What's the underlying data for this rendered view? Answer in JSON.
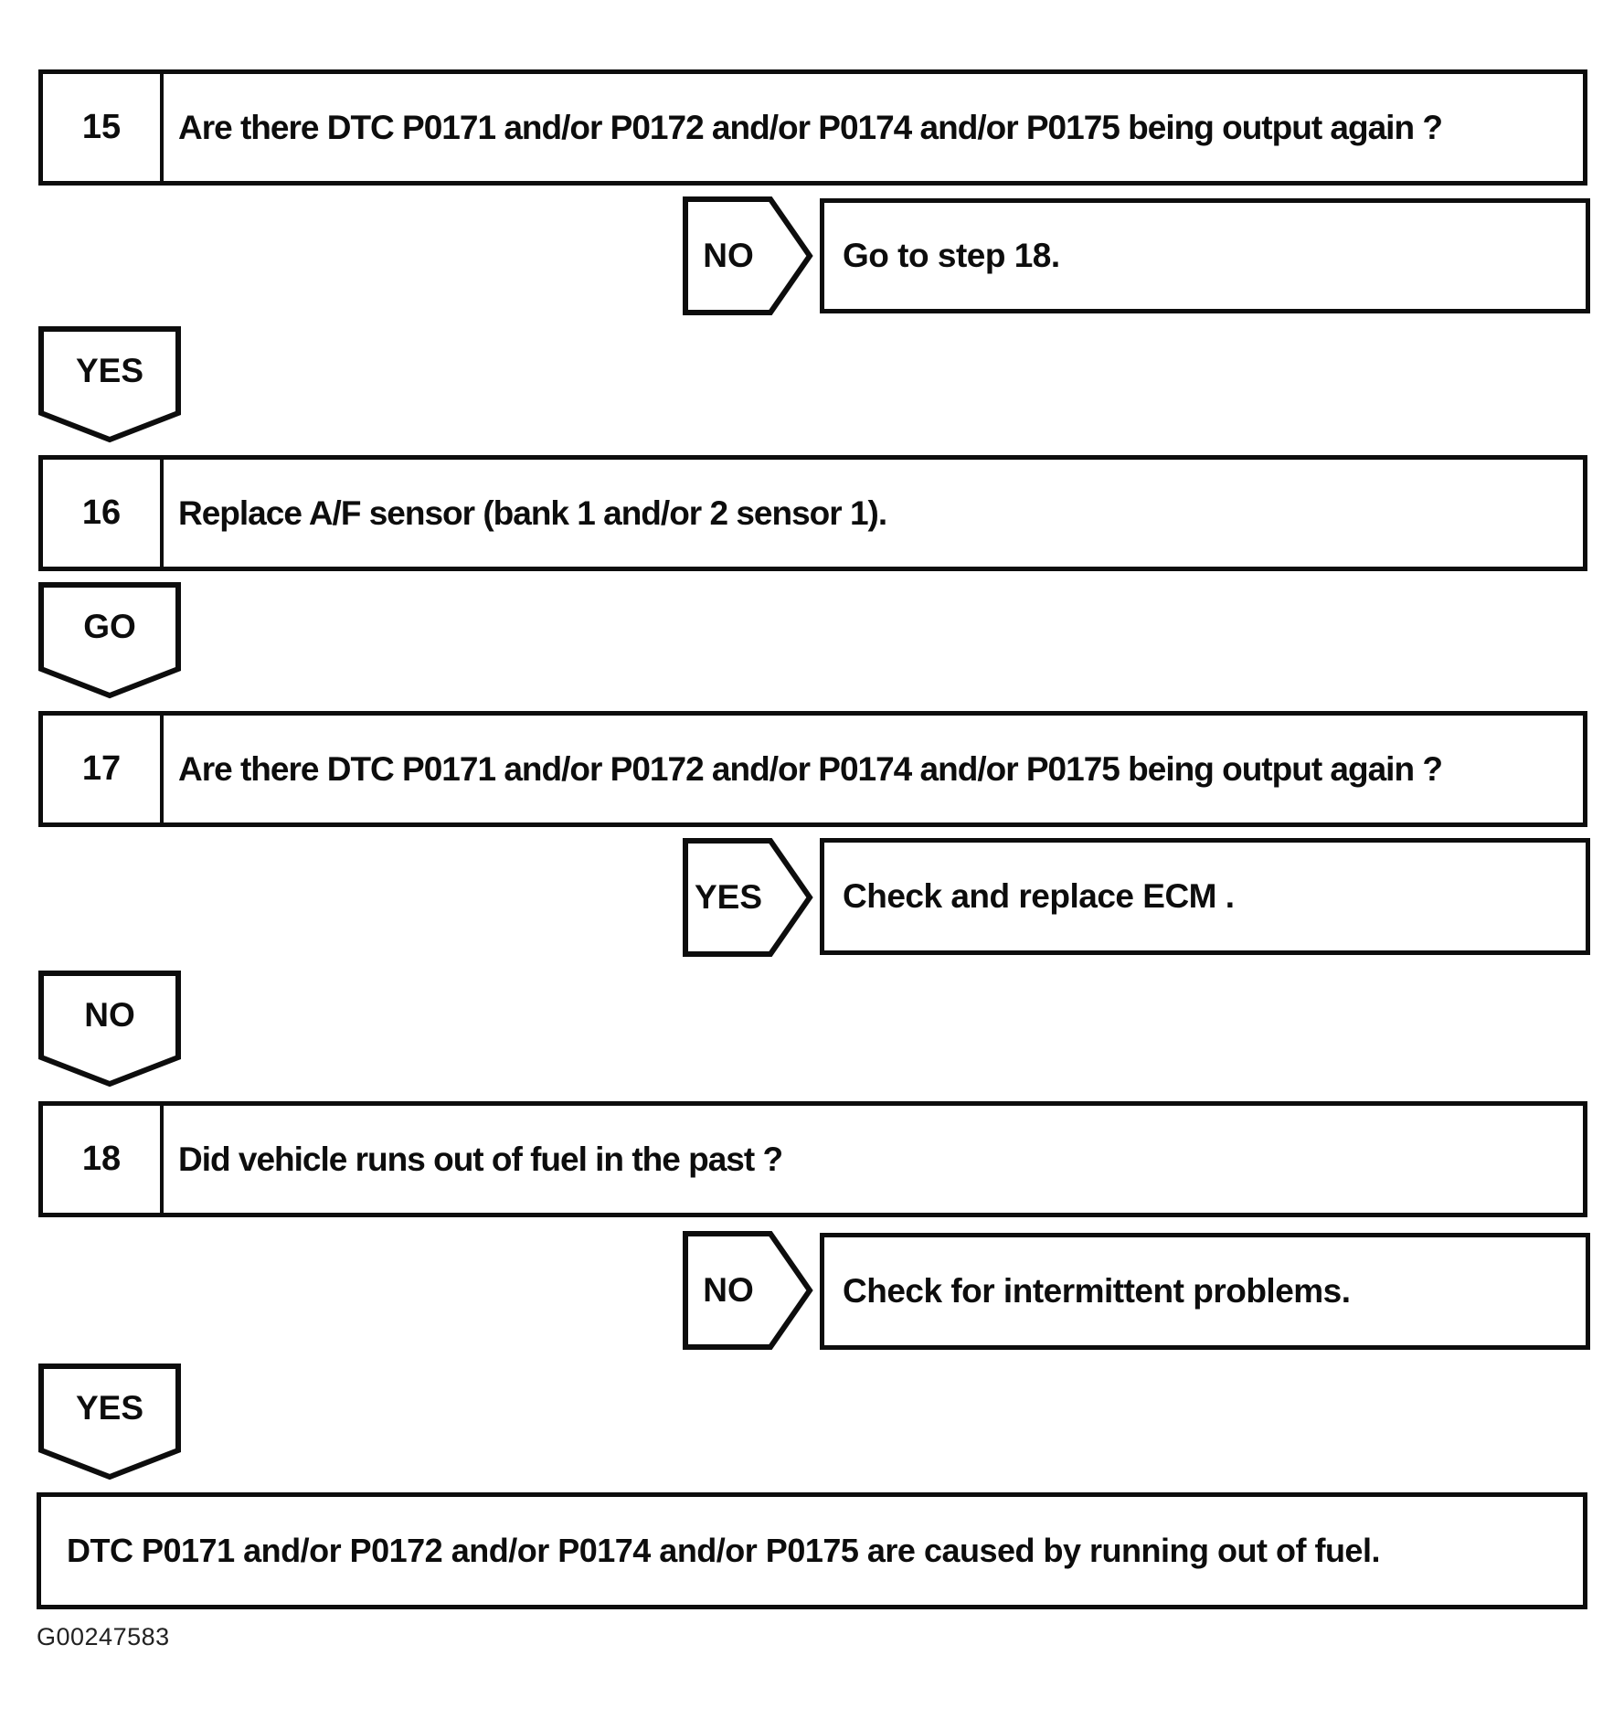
{
  "figure_id": "G00247583",
  "colors": {
    "ink": "#0d0d0d",
    "paper": "#ffffff"
  },
  "steps": [
    {
      "number": "15",
      "text": "Are there DTC P0171 and/or P0172 and/or P0174 and/or P0175 being output again ?",
      "branch": {
        "label": "NO",
        "result": "Go to step 18."
      },
      "continue": {
        "label": "YES"
      }
    },
    {
      "number": "16",
      "text": "Replace A/F sensor (bank 1 and/or 2 sensor 1).",
      "continue": {
        "label": "GO"
      }
    },
    {
      "number": "17",
      "text": "Are there DTC P0171 and/or P0172 and/or P0174 and/or P0175 being output again ?",
      "branch": {
        "label": "YES",
        "result": "Check and replace ECM ."
      },
      "continue": {
        "label": "NO"
      }
    },
    {
      "number": "18",
      "text": "Did vehicle runs out of fuel in the past ?",
      "branch": {
        "label": "NO",
        "result": "Check for intermittent problems."
      },
      "continue": {
        "label": "YES"
      }
    }
  ],
  "conclusion": "DTC P0171 and/or P0172 and/or P0174 and/or P0175 are caused by running out of fuel."
}
